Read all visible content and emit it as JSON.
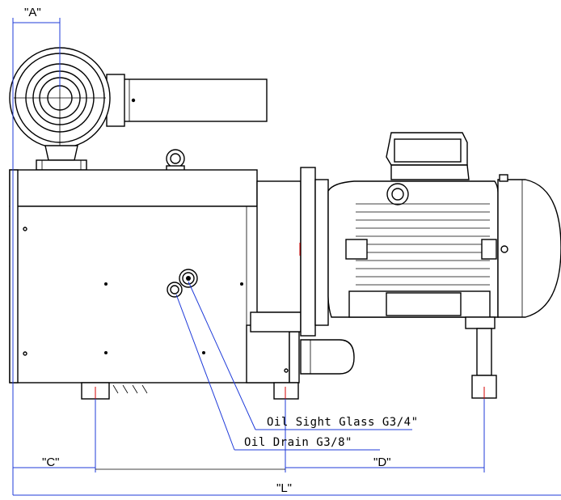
{
  "dimensions": {
    "a": "\"A\"",
    "c": "\"C\"",
    "d": "\"D\"",
    "l": "\"L\""
  },
  "callouts": {
    "sight_glass": "Oil Sight Glass G3/4\"",
    "drain": "Oil Drain G3/8\""
  },
  "colors": {
    "dimension_lines": "#1f3bd9",
    "center_marks": "#d40000",
    "outline": "#000000"
  }
}
